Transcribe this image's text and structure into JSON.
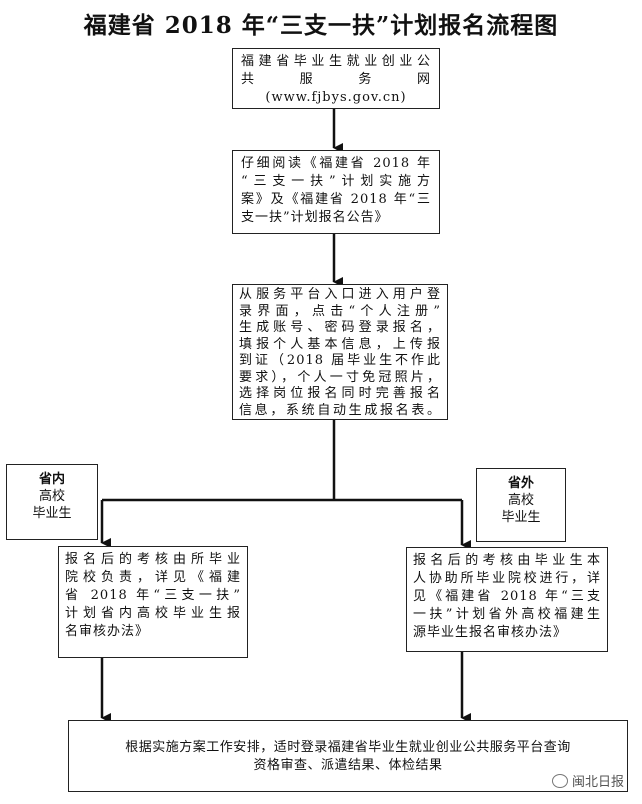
{
  "title": "福建省 2018 年“三支一扶”计划报名流程图",
  "boxes": {
    "website": [
      "福建省毕业生就业创业公",
      "共　　服　　务　　网",
      "(www.fjbys.gov.cn)"
    ],
    "read": [
      "仔细阅读《福建省 2018 年",
      "“三支一扶”计划实施方",
      "案》及《福建省 2018 年“三",
      "支一扶”计划报名公告》"
    ],
    "register": [
      "从服务平台入口进入用户登",
      "录界面，点击“个人注册”",
      "生成账号、密码登录报名，",
      "填报个人基本信息，上传报",
      "到证（2018 届毕业生不作此",
      "要求），个人一寸免冠照片，",
      "选择岗位报名同时完善报名",
      "信息，系统自动生成报名表。"
    ],
    "inside_review": [
      "报名后的考核由所毕业",
      "院校负责，详见《福建",
      "省 2018 年“三支一扶”",
      "计划省内高校毕业生报",
      "名审核办法》"
    ],
    "outside_review": [
      "报名后的考核由毕业生本",
      "人协助所毕业院校进行，详",
      "见《福建省 2018 年“三支",
      "一扶”计划省外高校福建生",
      "源毕业生报名审核办法》"
    ],
    "final": [
      "根据实施方案工作安排，适时登录福建省毕业生就业创业公共服务平台查询",
      "资格审查、派遣结果、体检结果"
    ]
  },
  "labels": {
    "inside": {
      "bold": "省内",
      "line1": "高校",
      "line2": "毕业生"
    },
    "outside": {
      "bold": "省外",
      "line1": "高校",
      "line2": "毕业生"
    }
  },
  "watermark": "闽北日报"
}
